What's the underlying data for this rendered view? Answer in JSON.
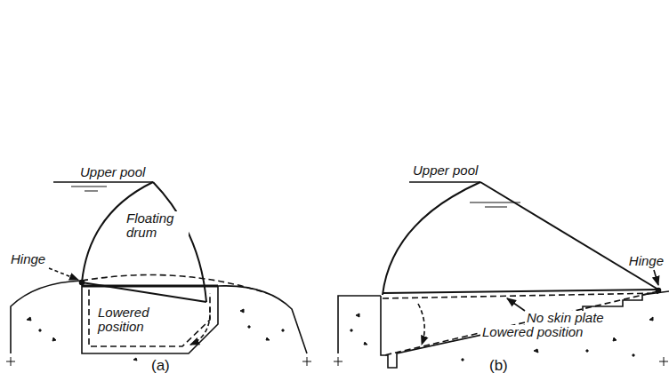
{
  "diagram": {
    "labels": [
      "Upper pool",
      "Hinge",
      "Floating drum",
      "Lowered position",
      "(a)",
      "Upper pool",
      "Hinge",
      "No skin plate",
      "Lowered position",
      "(b)"
    ]
  }
}
